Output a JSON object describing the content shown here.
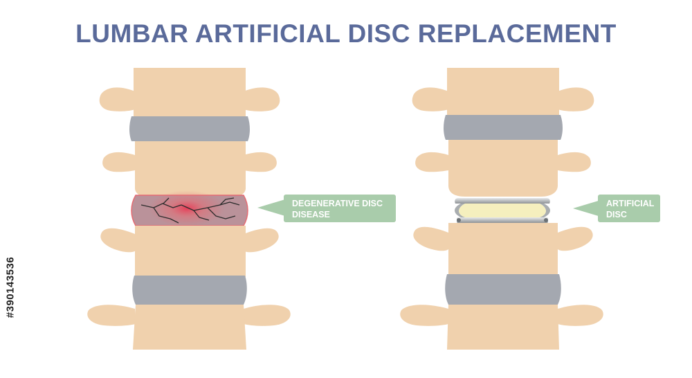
{
  "title": "LUMBAR ARTIFICIAL DISC REPLACEMENT",
  "colors": {
    "title": "#5a6a9a",
    "bone": "#f0d1ad",
    "disc": "#a4a8b0",
    "damaged_disc": "#e56b73",
    "crack": "#2b2b2b",
    "implant_metal": "#c4c6c8",
    "implant_core": "#f5efbe",
    "callout_bg": "#a9ccab",
    "callout_text": "#ffffff"
  },
  "callouts": {
    "degenerative": {
      "line1": "DEGENERATIVE DISC",
      "line2": "DISEASE"
    },
    "artificial": {
      "line1": "ARTIFICIAL",
      "line2": "DISC"
    }
  },
  "stock_id": "#390143536"
}
